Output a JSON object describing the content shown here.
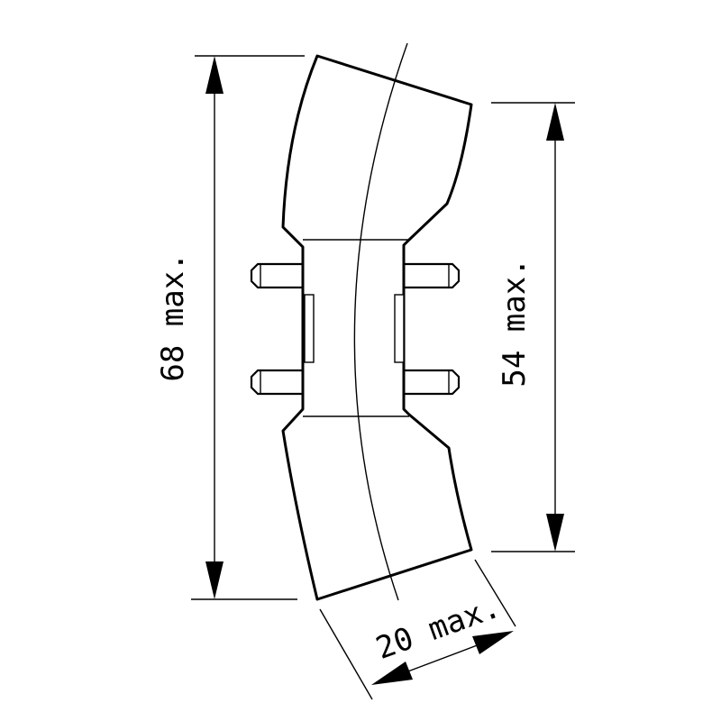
{
  "dimensions": {
    "overall_height": "68 max.",
    "inner_height": "54 max.",
    "width": "20 max."
  }
}
